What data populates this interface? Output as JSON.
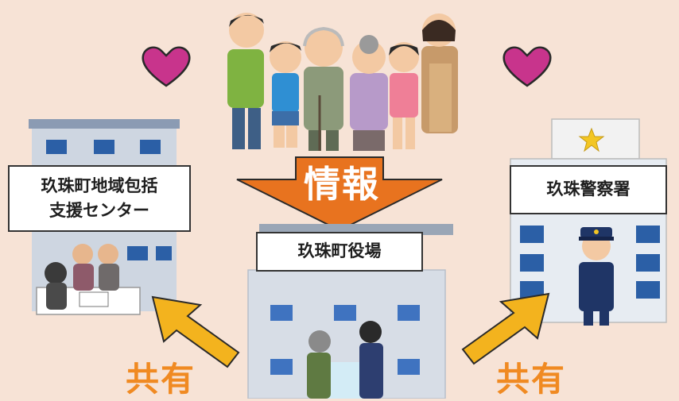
{
  "flow": {
    "info_label": "情報",
    "share_left": "共有",
    "share_right": "共有"
  },
  "nodes": {
    "community_center_line1": "玖珠町地域包括",
    "community_center_line2": "支援センター",
    "police_station": "玖珠警察署",
    "town_office": "玖珠町役場"
  },
  "colors": {
    "background": "#f7e3d6",
    "info_arrow": "#e8731f",
    "share_arrows": "#f3b31e",
    "share_text": "#f08a22",
    "hearts": "#c8348c"
  }
}
